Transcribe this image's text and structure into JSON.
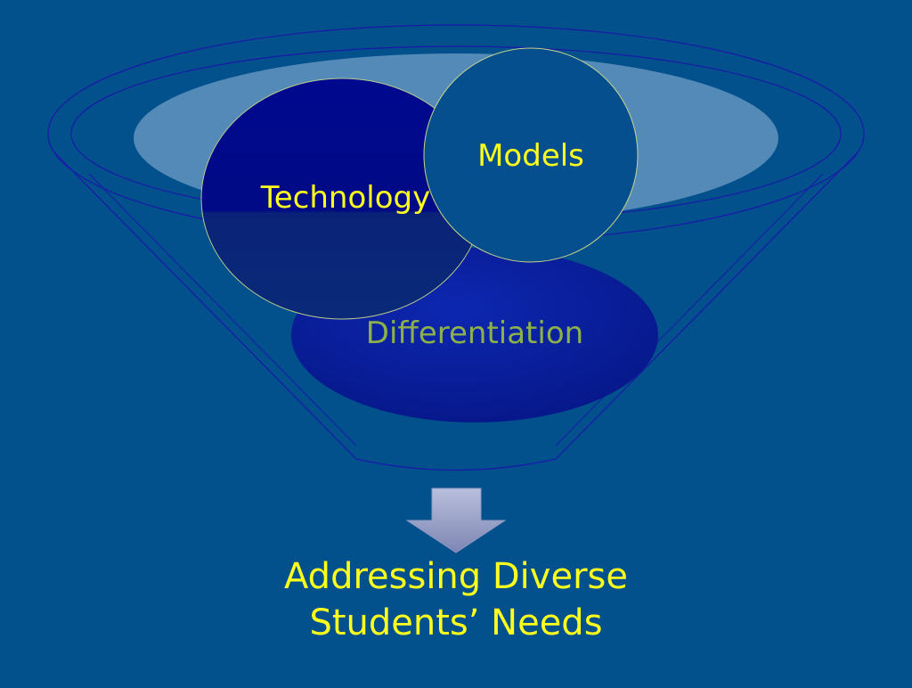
{
  "slide": {
    "background_color": "#02508c",
    "funnel": {
      "outline_color": "#1a1aa8"
    },
    "circles": {
      "differentiation": {
        "label": "Differentiation",
        "fill": "#0a1f9a",
        "text_color": "#8cb04a"
      },
      "technology": {
        "label": "Technology",
        "fill": "#000c8c",
        "text_color": "#ffff1e"
      },
      "models": {
        "label": "Models",
        "fill": "#054f8f",
        "text_color": "#ffff1e"
      }
    },
    "arrow": {
      "fill": "#9aa3c9",
      "icon": "down-arrow-icon"
    },
    "result": {
      "line1": "Addressing Diverse",
      "line2": "Students’ Needs",
      "text_color": "#ffff1e"
    }
  }
}
